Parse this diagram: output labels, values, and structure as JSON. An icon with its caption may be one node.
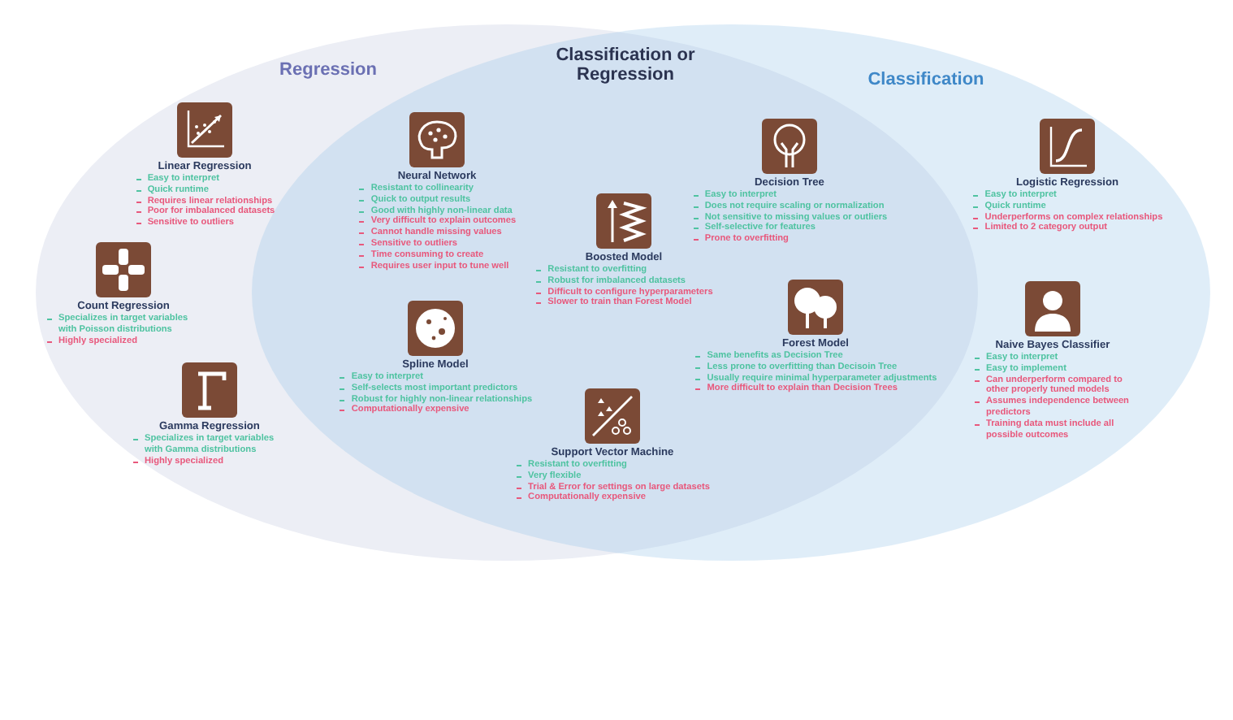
{
  "diagram": {
    "nodes": [
      {
        "text": [
          "Regression"
        ]
      },
      {
        "text": [
          "Classification"
        ]
      },
      {
        "text": [
          "Linear Regression",
          "Easy to interpret",
          "Quick runtime",
          "Requires linear relationships",
          "Poor for imbalanced datasets",
          "Sensitive to outliers"
        ],
        "in": 0
      },
      {
        "text": [
          "Neural Network",
          "Resistant to collinearity",
          "Quick to output results",
          "Good with highly non-linear data",
          "Very difficult to explain outcomes",
          "Cannot handle missing values",
          "Sensitive to outliers",
          "Time consuming to create",
          "Requires user input to tune well"
        ]
      },
      {
        "text": [
          "Decision Tree",
          "Easy to interpret",
          "Does not require scaling or normalization",
          "Not sensitive to missing values or outliers",
          "Self-selective for features",
          "Prone to overfitting"
        ]
      },
      {
        "text": [
          "Logistic Regression",
          "Easy to interpret",
          "Quick runtime",
          "Underperforms on complex relationships",
          "Limited to 2 category output"
        ],
        "in": 1
      },
      {
        "text": [
          "Boosted Model",
          "Resistant to overfitting",
          "Robust for imbalanced datasets",
          "Difficult to configure hyperparameters",
          "Slower to train than Forest Model"
        ]
      },
      {
        "text": [
          "Count Regression",
          "Specializes in target variables with Poisson distributions",
          "Highly specialized"
        ],
        "in": 0
      },
      {
        "text": [
          "Spline Model",
          "Easy to interpret",
          "Self-selects most important predictors",
          "Robust for highly non-linear relationships",
          "Computationally expensive"
        ]
      },
      {
        "text": [
          "Forest Model",
          "Same benefits as Decision Tree",
          "Less prone to overfitting than Decisoin Tree",
          "Usually require minimal hyperparameter adjustments",
          "More difficult to explain than Decision Trees"
        ]
      },
      {
        "text": [
          "Naive Bayes Classifier",
          "Easy to interpret",
          "Easy to implement",
          "Can underperform compared to other properly tuned models",
          "Assumes independence between predictors",
          "Training data must include all possible outcomes"
        ],
        "in": 1
      },
      {
        "text": [
          "Gamma Regression",
          "Specializes in target variables with Gamma distributions",
          "Highly specialized"
        ],
        "in": 0
      },
      {
        "text": [
          "Support Vector Machine",
          "Resistant to overfitting",
          "Very flexible",
          "Trial & Error for settings on large datasets",
          "Computationally expensive"
        ]
      }
    ],
    "labels": [
      "Classification or Regression"
    ]
  }
}
